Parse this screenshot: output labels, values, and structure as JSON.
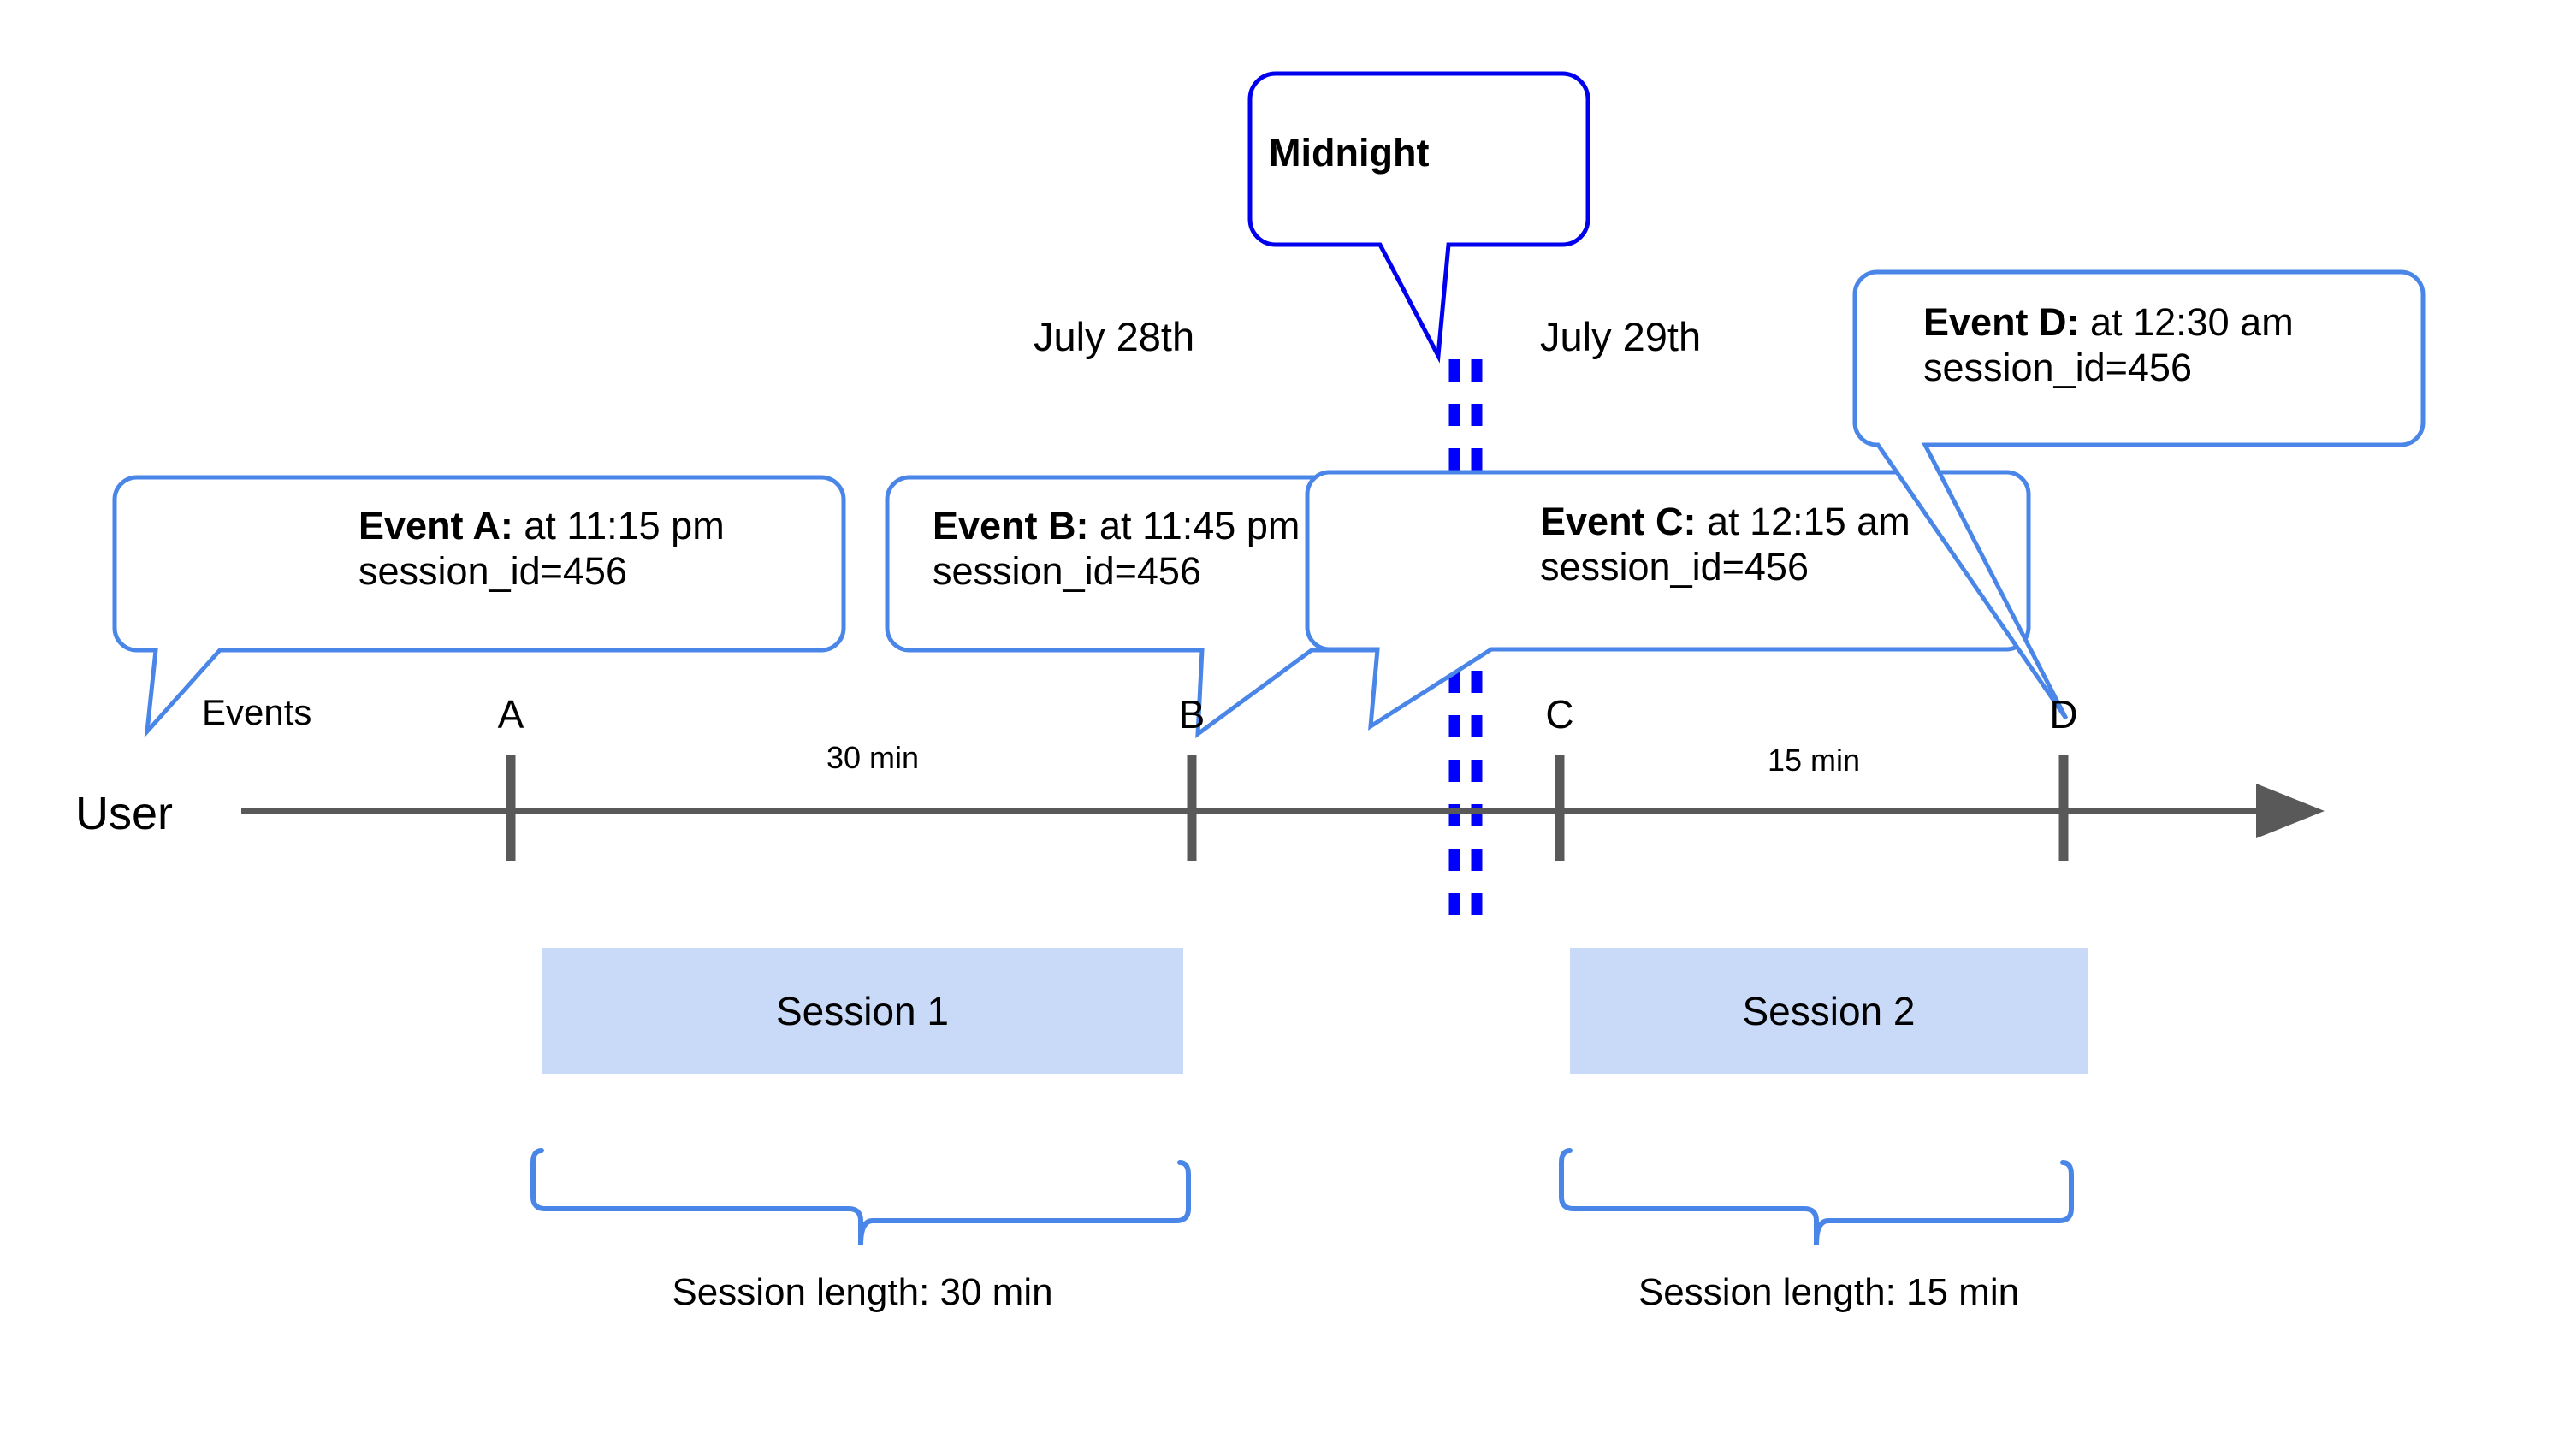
{
  "diagram": {
    "title_absent": true,
    "colors": {
      "callout_border": "#4a86e8",
      "midnight_border": "#0000ee",
      "midnight_dash": "#0000ff",
      "axis": "#595959",
      "session_fill": "#c9daf8",
      "brace": "#4a86e8",
      "text": "#000000",
      "background": "#ffffff"
    },
    "midnight_callout": {
      "label": "Midnight"
    },
    "date_labels": [
      {
        "text": "July 28th"
      },
      {
        "text": "July 29th"
      }
    ],
    "lane_labels": {
      "events": "Events",
      "user": "User"
    },
    "events": [
      {
        "marker": "A",
        "title": "Event A:",
        "time": " at 11:15 pm",
        "session_id": "session_id=456"
      },
      {
        "marker": "B",
        "title": "Event B:",
        "time": " at 11:45 pm",
        "session_id": "session_id=456"
      },
      {
        "marker": "C",
        "title": "Event C:",
        "time": " at 12:15 am",
        "session_id": "session_id=456"
      },
      {
        "marker": "D",
        "title": "Event D:",
        "time": " at 12:30 am",
        "session_id": "session_id=456"
      }
    ],
    "durations": [
      {
        "text": "30 min",
        "between": "A-B"
      },
      {
        "text": "15 min",
        "between": "C-D"
      }
    ],
    "sessions": [
      {
        "name": "Session 1",
        "length_caption": "Session length: 30 min"
      },
      {
        "name": "Session 2",
        "length_caption": "Session length: 15 min"
      }
    ]
  }
}
